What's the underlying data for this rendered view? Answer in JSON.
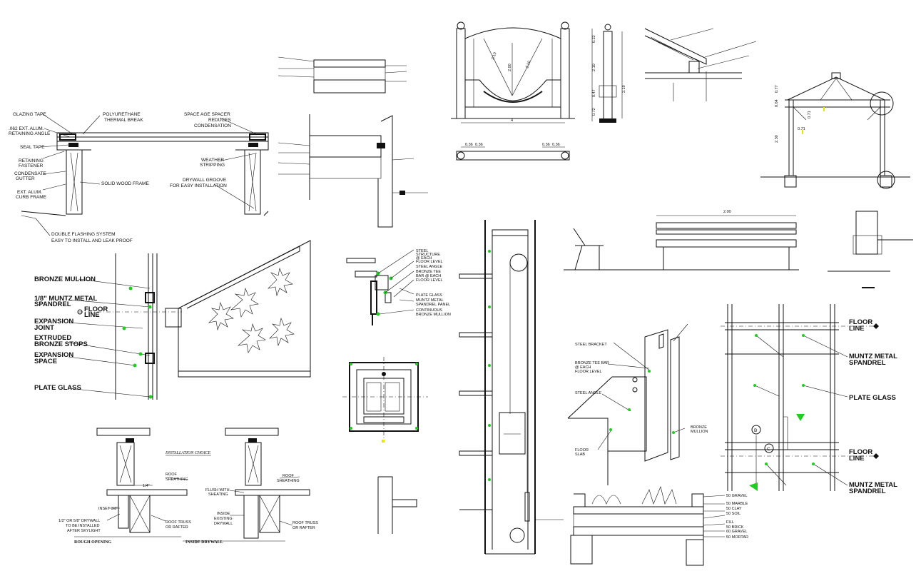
{
  "glazing": {
    "left": [
      "GLAZING TAPE",
      ".062 EXT. ALUM.",
      "RETAINING ANGLE",
      "SEAL TAPE",
      "RETAINING",
      "FASTENER",
      "CONDENSATE",
      "GUTTER",
      "EXT. ALUM.",
      "CURB FRAME"
    ],
    "top": [
      "POLYURETHANE",
      "THERMAL BREAK"
    ],
    "right": [
      "SPACE AGE SPACER",
      "REDUCES",
      "CONDENSATION",
      "WEATHER",
      "STRIPPING",
      "DRYWALL GROOVE",
      "FOR EASY INSTALLATION"
    ],
    "center": "SOLID WOOD FRAME",
    "bottom": [
      "DOUBLE FLASHING SYSTEM",
      "EASY TO INSTALL AND LEAK PROOF"
    ]
  },
  "curtain_wall": {
    "labels": [
      "BRONZE MULLION",
      "1/8\" MUNTZ METAL",
      "SPANDREL",
      "EXPANSION",
      "JOINT",
      "EXTRUDED",
      "BRONZE STOPS",
      "EXPANSION",
      "SPACE",
      "PLATE GLASS"
    ],
    "floor_line": [
      "FLOOR",
      "LINE"
    ]
  },
  "installation": {
    "title": "INSTALLATION CHOICE",
    "left_labels": [
      "INSET 3/8\"",
      "1/2\" OR 5/8\" DRYWALL",
      "TO BE INSTALLED",
      "AFTER SKYLIGHT"
    ],
    "left_right_labels": [
      "ROOF",
      "SHEATHING",
      "ROOF TRUSS",
      "OR RAFTER"
    ],
    "dim": "1/4\"",
    "left_caption": "ROUGH OPENING",
    "right_left_labels": [
      "FLUSH WITH",
      "SHEATING",
      "INSIDE",
      "EXISTING",
      "DRYWALL"
    ],
    "right_right_labels": [
      "ROOF",
      "SHEATHING",
      "ROOF TRUSS",
      "OR RAFTER"
    ],
    "right_caption": "INSIDE DRYWALL"
  },
  "spandrel_section": {
    "labels": [
      "STEEL",
      "STRUCTURE",
      "@ EACH",
      "FLOOR LEVEL",
      "STEEL ANGLE",
      "BRONZE TEE",
      "BAR @ EACH",
      "FLOOR LEVEL",
      "MUNTZ METAL",
      "SPANDREL PANEL",
      "PLATE GLASS",
      "CONTINUOUS",
      "BRONZE MULLION"
    ]
  },
  "bracket_iso": {
    "labels": [
      "STEEL BRACKET",
      "BRONZE TEE BAR",
      "@ EACH",
      "FLOOR LEVEL",
      "STEEL ANGLE",
      "FLOOR",
      "SLAB",
      "BRONZE",
      "MULLION"
    ]
  },
  "elevation": {
    "labels": [
      "FLOOR",
      "LINE",
      "MUNTZ METAL",
      "SPANDREL",
      "PLATE GLASS",
      "FLOOR",
      "LINE",
      "MUNTZ METAL",
      "SPANDREL"
    ],
    "markers": [
      "B",
      "C"
    ]
  },
  "planter": {
    "labels": [
      "50 GRAVEL",
      "50 MARBLE",
      "50 CLAY",
      "50 SOIL",
      "FILL",
      "50 BRICK",
      "60 GRAVEL",
      "50 MORTAR"
    ]
  },
  "dims": {
    "arch": [
      "2.10",
      "2.00",
      "2.10",
      "4",
      "0.36",
      "0.36",
      "0.36",
      "0.36"
    ],
    "pillar": [
      "0.22",
      "2.10",
      "0.47",
      "2.19",
      "0.72"
    ],
    "gazebo": [
      "0.77",
      "0.64",
      "0.71",
      "0.71",
      "2.30"
    ],
    "bench": [
      "2.00"
    ]
  },
  "colors": {
    "ink": "#111111",
    "accent": "#22cc22",
    "highlight": "#e6e600"
  }
}
